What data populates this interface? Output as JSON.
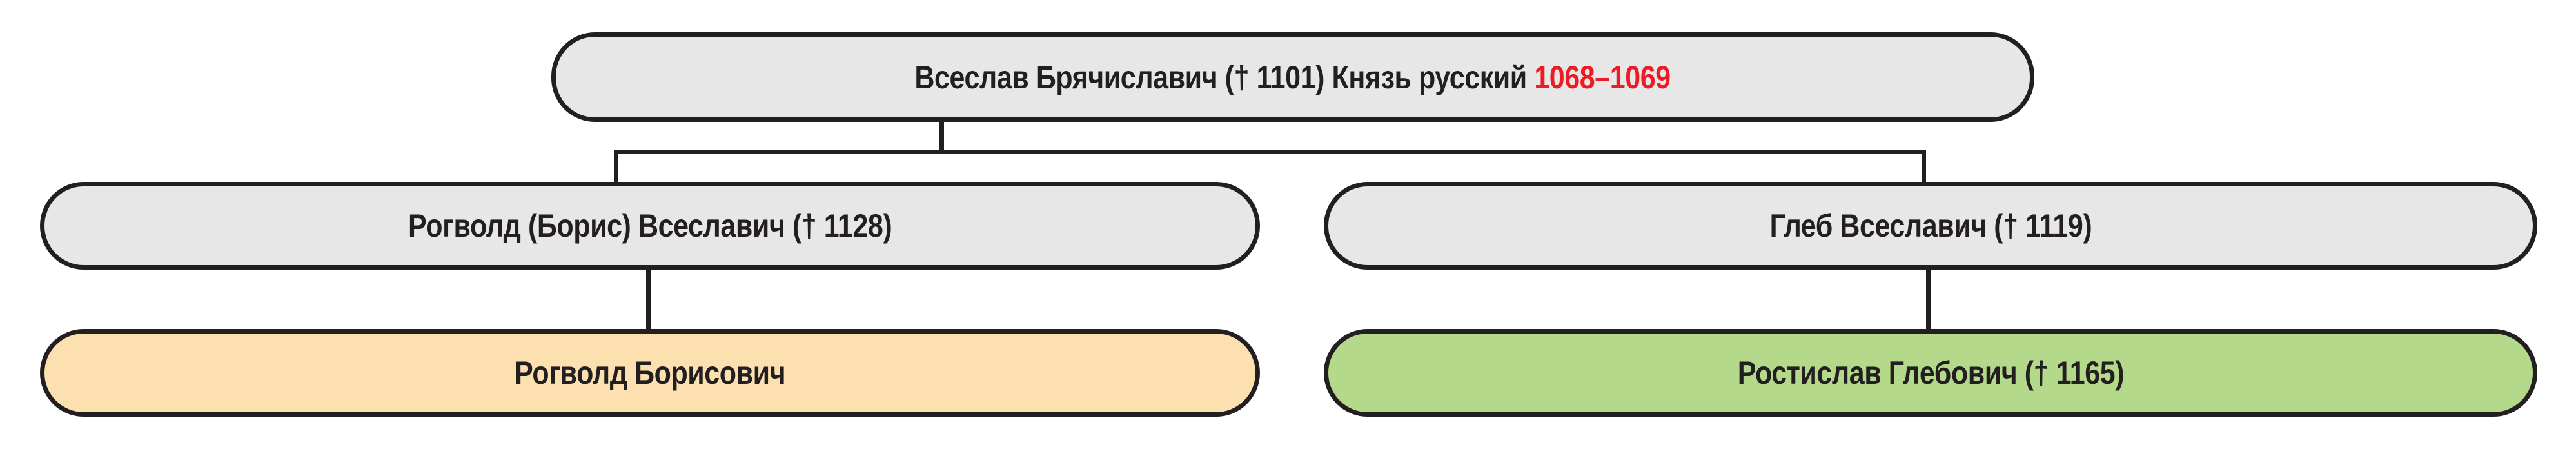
{
  "diagram": {
    "title": "Polotsk princes genealogy fragment",
    "type": "genealogy-tree",
    "colors": {
      "node_default_fill": "#e7e7e7",
      "node_highlight_orange_fill": "#fce0b0",
      "node_highlight_green_fill": "#b5d98a",
      "stroke": "#231f20",
      "reign_accent": "#ed1c24",
      "background": "#ffffff"
    },
    "nodes": {
      "root": {
        "name": "Всеслав Брячиславич († 1101)",
        "title": "Князь русский",
        "reign": "1068–1069",
        "full_text": "Всеслав Брячиславич († 1101) Князь русский 1068–1069"
      },
      "rogvolod_parent": {
        "name": "Рогволд (Борис) Всеславич († 1128)"
      },
      "gleb": {
        "name": "Глеб Всеславич († 1119)"
      },
      "rogvolod_child": {
        "name": "Рогволд Борисович"
      },
      "rostislav": {
        "name": "Ростислав Глебович († 1165)"
      }
    },
    "edges": [
      {
        "from": "root",
        "to": "rogvolod_parent"
      },
      {
        "from": "root",
        "to": "gleb"
      },
      {
        "from": "rogvolod_parent",
        "to": "rogvolod_child"
      },
      {
        "from": "gleb",
        "to": "rostislav"
      }
    ]
  }
}
